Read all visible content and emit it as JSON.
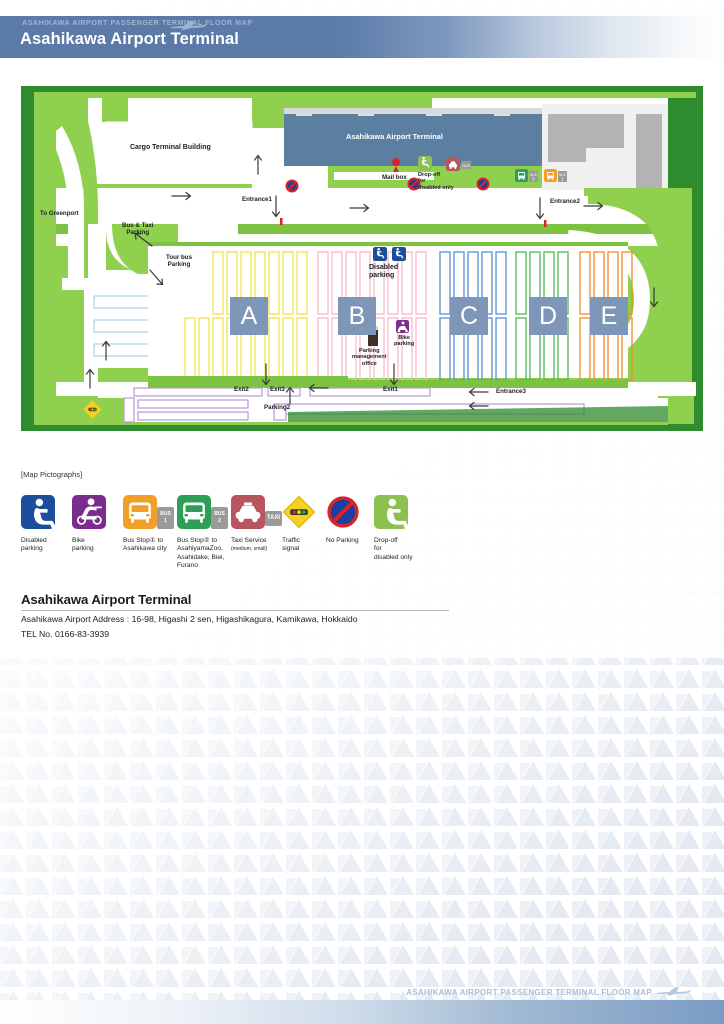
{
  "header": {
    "kicker": "ASAHIKAWA AIRPORT PASSENGER TERMINAL FLOOR MAP",
    "title": "Asahikawa Airport Terminal",
    "plane_icon": "airplane-icon",
    "band_color": "#5b7aa8"
  },
  "map": {
    "terminal_label": "Asahikawa Airport Terminal",
    "cargo_label": "Cargo Terminal Building",
    "to_greenport": "To Greenport",
    "bus_taxi_parking": "Bus & Taxi\nParking",
    "tour_bus_parking": "Tour bus\nParking",
    "entrance1": "Entrance1",
    "entrance2": "Entrance2",
    "entrance3": "Entrance3",
    "exit1": "Exit1",
    "exit2": "Exit2",
    "exit3": "Exit3",
    "mail_box": "Mail box",
    "dropoff": "Drop-off\nfor\ndisabled only",
    "disabled_parking": "Disabled\nparking",
    "bike_parking": "Bike\nparking",
    "parking_mgmt": "Parking\nmanagement\noffice",
    "parking2": "Parking2",
    "zones": [
      "A",
      "B",
      "C",
      "D",
      "E"
    ],
    "colors": {
      "grass": "#8fd14f",
      "grass_dark": "#2e8b2e",
      "grass_mid": "#7ec242",
      "road": "#ffffff",
      "terminal": "#5b7fa0",
      "zone_badge": "#7e97b8",
      "lot_a": "#f2e14a",
      "lot_b": "#f6b9c8",
      "lot_c": "#5a8fd6",
      "lot_d": "#4eb857",
      "lot_e": "#f08a2a",
      "parking2": "#b69ad4",
      "building_gray": "#b3b3b3",
      "no_parking": "#d8232a"
    }
  },
  "legend": {
    "title": "[Map Pictographs]",
    "items": [
      {
        "icon": "wheelchair-icon",
        "caption": "Disabled\nparking",
        "color": "#1b4f9c",
        "badge": null
      },
      {
        "icon": "scooter-icon",
        "caption": "Bike\nparking",
        "color": "#7b2d8e",
        "badge": null
      },
      {
        "icon": "bus-icon",
        "caption": "Bus Stop① to\nAsahikawa city",
        "color": "#f0a028",
        "badge": "BUS 1"
      },
      {
        "icon": "bus-icon",
        "caption": "Bus Stop② to\nAsahiyamaZoo,\nAsahidake, Biei,\nFurano",
        "color": "#2f9e56",
        "badge": "BUS 2"
      },
      {
        "icon": "taxi-icon",
        "caption": "Taxi Service",
        "subcaption": "(medium, small)",
        "color": "#b8555e",
        "badge": "TAXI"
      },
      {
        "icon": "traffic-signal-icon",
        "caption": "Traffic\nsignal",
        "color": "#f2d024",
        "badge": null
      },
      {
        "icon": "no-parking-icon",
        "caption": "No Parking",
        "color": "#d8232a",
        "badge": null
      },
      {
        "icon": "wheelchair-icon",
        "caption": "Drop-off\nfor\ndisabled only",
        "color": "#8cc152",
        "badge": null
      }
    ]
  },
  "address": {
    "title": "Asahikawa Airport Terminal",
    "line1": "Asahikawa Airport Address : 16-98, Higashi 2 sen, Higashikagura, Kamikawa, Hokkaido",
    "line2": "TEL No. 0166-83-3939"
  },
  "footer": {
    "text": "ASAHIKAWA AIRPORT PASSENGER TERMINAL FLOOR MAP",
    "plane_icon": "airplane-icon"
  }
}
